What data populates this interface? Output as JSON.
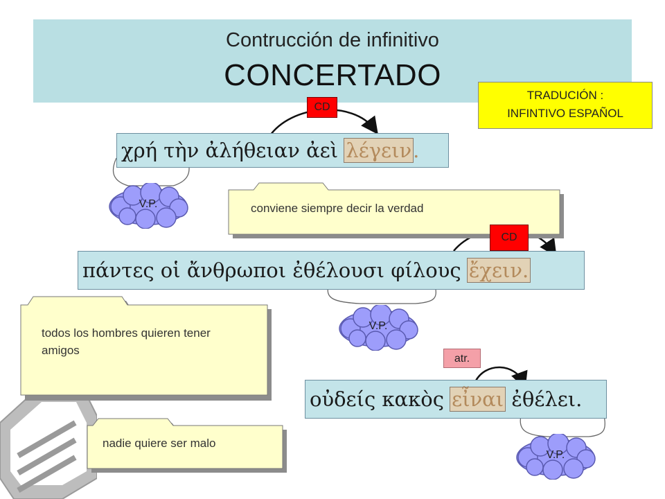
{
  "title": {
    "line1": "Contrucción de infinitivo",
    "line2": "CONCERTADO"
  },
  "note": {
    "line1": "TRADUCIÓN :",
    "line2": "INFINTIVO ESPAÑOL"
  },
  "sentences": [
    {
      "text": "χρή τὴν ἀλήθειαν ἀεὶ ",
      "highlight": "λέγειν",
      "tail": ".",
      "tag": "CD",
      "vp": "V.P.",
      "translation": "conviene siempre decir la verdad"
    },
    {
      "text": "πάντες οἱ ἄνθρωποι ἐθέλουσι φίλους ",
      "highlight": "ἔχειν.",
      "tail": "",
      "tag": "CD",
      "vp": "V.P.",
      "translation": "todos los hombres quieren tener amigos"
    },
    {
      "text": "οὐδείς κακὸς ",
      "highlight": "εἶναι",
      "tail": " ἐθέλει.",
      "tag": "atr.",
      "vp": "V.P.",
      "translation": "nadie quiere ser malo"
    }
  ],
  "colors": {
    "header": "#b9dfe3",
    "sentence_bg": "#c3e4e9",
    "note_bg": "#ffff00",
    "tag_red": "#ff0000",
    "tag_pink": "#f4a0a8",
    "cloud": "#9d9dfb",
    "callout": "#ffffcc"
  }
}
